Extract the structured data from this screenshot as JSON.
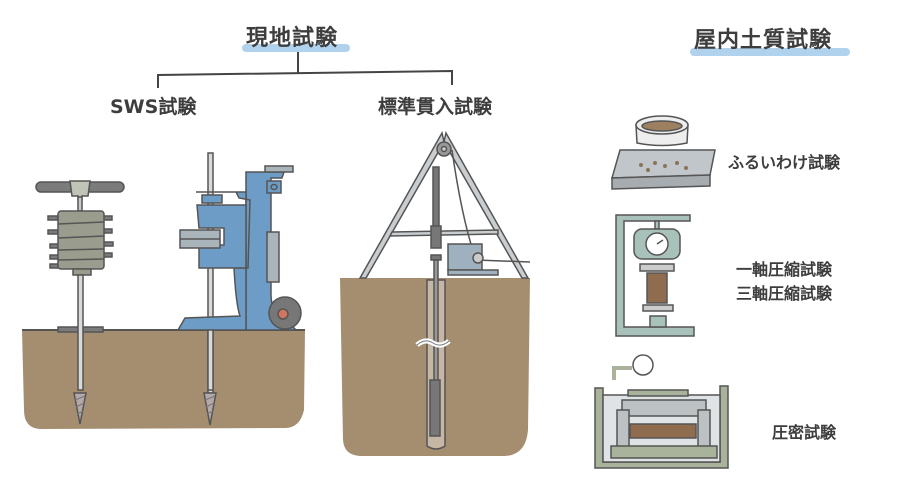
{
  "diagram": {
    "field_tests": {
      "title": "現地試験",
      "branches": [
        {
          "label": "SWS試験",
          "illustrations": [
            "hand-screw-weight-sounding",
            "machine-screw-weight-sounding"
          ]
        },
        {
          "label": "標準貫入試験",
          "illustrations": [
            "tripod-standard-penetration-rig"
          ]
        }
      ]
    },
    "lab_tests": {
      "title": "屋内土質試験",
      "items": [
        {
          "label": "ふるいわけ試験",
          "illustration": "sieve-tray"
        },
        {
          "label": "一軸圧縮試験",
          "label2": "三軸圧縮試験",
          "illustration": "compression-frame"
        },
        {
          "label": "圧密試験",
          "illustration": "consolidation-cell"
        }
      ]
    },
    "colors": {
      "soil": "#a58d70",
      "highlight": "#a9cdea",
      "machine_blue": "#6d9cc6",
      "device_green": "#a9c1bb",
      "outline": "#555555"
    }
  }
}
